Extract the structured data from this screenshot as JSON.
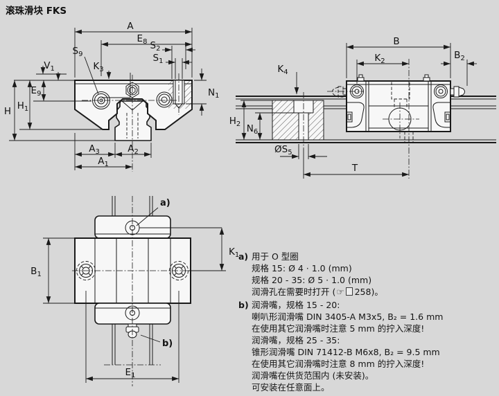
{
  "title": "滚珠滑块 FKS",
  "colors": {
    "background": "#d8d8d8",
    "line": "#1a1a1a",
    "fill": "#f7f7f7"
  },
  "dims": {
    "A": {
      "m": "A",
      "s": ""
    },
    "E8": {
      "m": "E",
      "s": "8"
    },
    "S9": {
      "m": "S",
      "s": "9"
    },
    "K3": {
      "m": "K",
      "s": "3"
    },
    "S2": {
      "m": "S",
      "s": "2"
    },
    "S1": {
      "m": "S",
      "s": "1"
    },
    "N1": {
      "m": "N",
      "s": "1"
    },
    "V1": {
      "m": "V",
      "s": "1"
    },
    "E9": {
      "m": "E",
      "s": "9"
    },
    "H1": {
      "m": "H",
      "s": "1"
    },
    "H": {
      "m": "H",
      "s": ""
    },
    "A3": {
      "m": "A",
      "s": "3"
    },
    "A2": {
      "m": "A",
      "s": "2"
    },
    "A1": {
      "m": "A",
      "s": "1"
    },
    "B": {
      "m": "B",
      "s": ""
    },
    "K2": {
      "m": "K",
      "s": "2"
    },
    "B2": {
      "m": "B",
      "s": "2"
    },
    "K4": {
      "m": "K",
      "s": "4"
    },
    "H2": {
      "m": "H",
      "s": "2"
    },
    "N6": {
      "m": "N",
      "s": "6"
    },
    "S5": {
      "m": "ØS",
      "s": "5"
    },
    "T": {
      "m": "T",
      "s": ""
    },
    "K1": {
      "m": "K",
      "s": "1"
    },
    "B1": {
      "m": "B",
      "s": "1"
    },
    "E1": {
      "m": "E",
      "s": "1"
    }
  },
  "callouts": {
    "a": "a)",
    "b": "b)"
  },
  "notes": {
    "a_key": "a)",
    "a_lines": [
      "用于 O 型圈",
      "规格 15: Ø 4 · 1.0 (mm)",
      "规格 20 - 35: Ø 5 · 1.0 (mm)"
    ],
    "a_ref": {
      "prefix": "润滑孔在需要时打开 (",
      "hand": "☞",
      "num": "258",
      "suffix": ")。"
    },
    "b_key": "b)",
    "b_lines": [
      "润滑嘴，规格 15 - 20:",
      "喇叭形润滑嘴 DIN 3405-A M3x5, B₂ = 1.6 mm",
      "在使用其它润滑嘴时注意 5 mm 的拧入深度!",
      "润滑嘴，规格 25 - 35:",
      "锥形润滑嘴 DIN 71412-B M6x8, B₂ = 9.5 mm",
      "在使用其它润滑嘴时注意 8 mm 的拧入深度!",
      "润滑嘴在供货范围内 (未安装)。",
      "可安装在任意面上。"
    ]
  }
}
